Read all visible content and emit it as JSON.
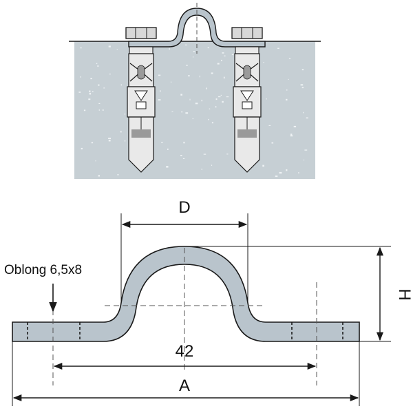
{
  "labels": {
    "diameter": "D",
    "height": "H",
    "hole_spacing": "42",
    "overall_length": "A",
    "hole_note": "Oblong 6,5x8"
  },
  "colors": {
    "line": "#1a1a1a",
    "steel": "#b9c4cc",
    "steel_dark": "#8e9aa3",
    "wall": "#c6cfd4",
    "wall_speckle": "#eef2f4",
    "anchor_body": "#e9e9e9",
    "anchor_shadow": "#9a9a9a",
    "center_line": "#555555",
    "background": "#ffffff"
  }
}
